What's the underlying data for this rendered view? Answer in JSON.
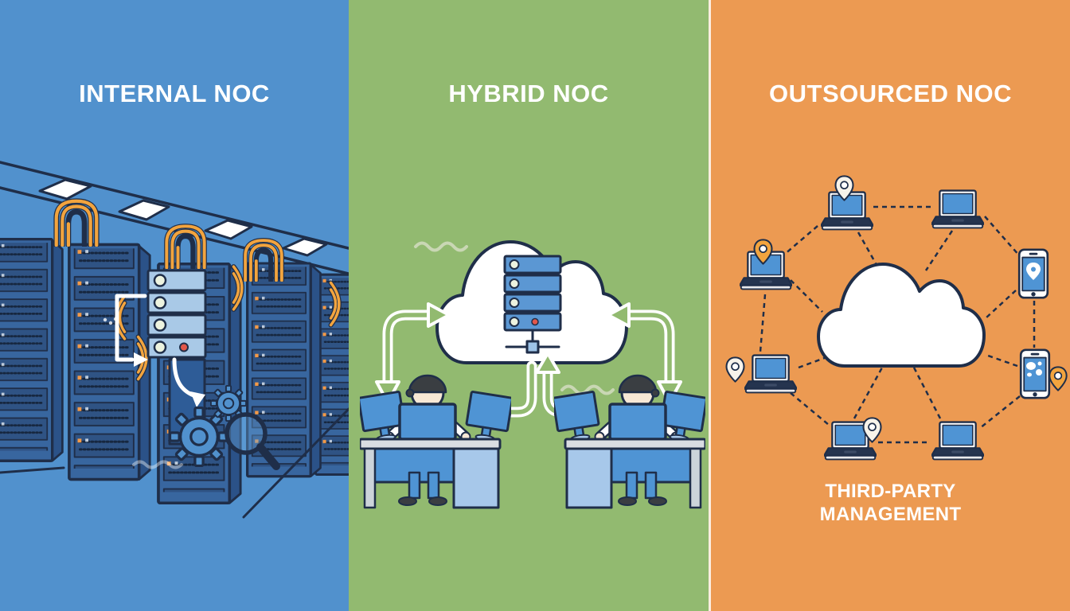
{
  "panels": {
    "internal": {
      "title": "INTERNAL NOC"
    },
    "hybrid": {
      "title": "HYBRID NOC"
    },
    "outsourced": {
      "title": "OUTSOURCED NOC",
      "caption_line1": "THIRD-PARTY",
      "caption_line2": "MANAGEMENT"
    }
  },
  "colors": {
    "panel-blue": "#5191cd",
    "panel-green": "#92ba70",
    "panel-orange": "#ec9a52",
    "outline-navy": "#1f2e49",
    "cable-orange": "#f2a43e",
    "device-blue": "#4f94d4",
    "server-light": "#a9c9e7",
    "rack-body": "#38669f",
    "rack-row": "#2f5384",
    "rack-side": "#2b5288",
    "led-red": "#e2574a",
    "led-pale": "#edf3df",
    "skin": "#f7e8d6",
    "hair": "#3a3e42",
    "desk-grey": "#d9dde2",
    "drawer-blue": "#a7c8ea",
    "pin-white": "#f7f3ea"
  },
  "icons": [
    "server-rack-icon",
    "cable-bundle-icon",
    "ceiling-light-icon",
    "highlighted-server-icon",
    "gear-icon",
    "magnifier-icon",
    "callout-bracket-icon",
    "cloud-server-icon",
    "flow-arrow-icon",
    "operator-desk-icon",
    "cloud-icon",
    "laptop-icon",
    "smartphone-icon",
    "location-pin-icon",
    "map-blobs-icon"
  ]
}
